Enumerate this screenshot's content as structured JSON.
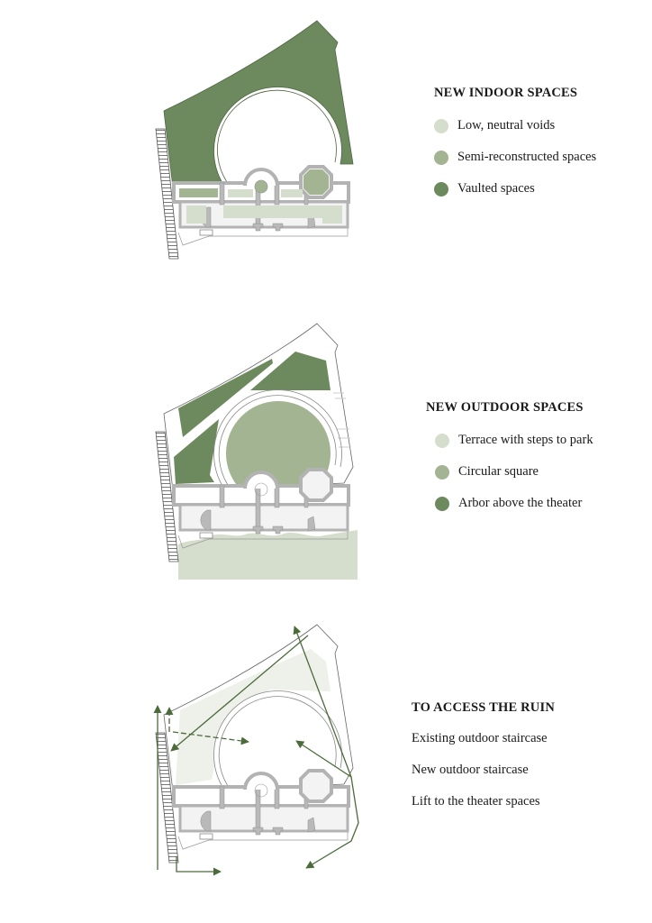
{
  "colors": {
    "light": "#d5ddcc",
    "mid": "#a3b492",
    "dark": "#6d8a5e",
    "arrow": "#4b6b3a",
    "wall": "#b9b9b9"
  },
  "panels": [
    {
      "title": "NEW INDOOR SPACES",
      "items": [
        {
          "label": "Low, neutral voids",
          "color": "#d5ddcc"
        },
        {
          "label": "Semi-reconstructed spaces",
          "color": "#a3b492"
        },
        {
          "label": "Vaulted spaces",
          "color": "#6d8a5e"
        }
      ]
    },
    {
      "title": "NEW OUTDOOR SPACES",
      "items": [
        {
          "label": "Terrace with steps to park",
          "color": "#d5ddcc"
        },
        {
          "label": "Circular square",
          "color": "#a3b492"
        },
        {
          "label": "Arbor above the theater",
          "color": "#6d8a5e"
        }
      ]
    },
    {
      "title": "TO ACCESS THE RUIN",
      "items": [
        {
          "label": "Existing outdoor staircase"
        },
        {
          "label": "New outdoor staircase"
        },
        {
          "label": "Lift to the theater spaces"
        }
      ]
    }
  ]
}
